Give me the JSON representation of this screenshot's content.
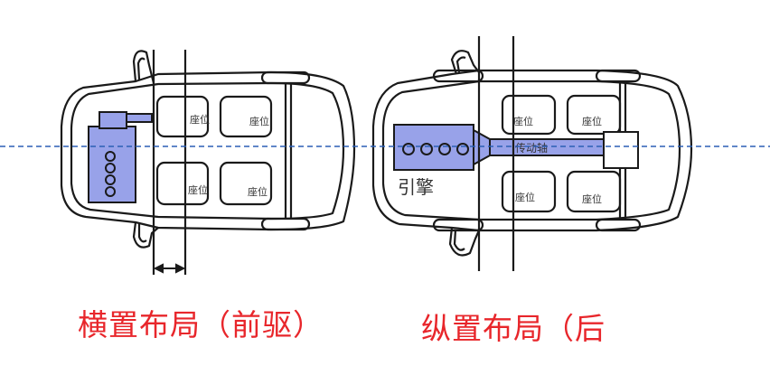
{
  "captions": {
    "left": "横置布局（前驱）",
    "right": "纵置布局（后"
  },
  "labels": {
    "seat": "座位",
    "driveshaft": "传动轴",
    "engine": "引擎"
  },
  "colors": {
    "engine_fill": "#98a2e9",
    "centerline": "#2b5fb5",
    "caption": "#e8262b",
    "outline": "#1a1a1a"
  }
}
